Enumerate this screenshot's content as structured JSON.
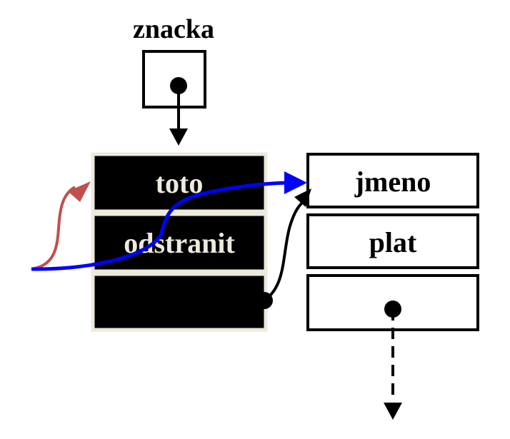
{
  "pointer_label": "znacka",
  "left_nodes": [
    {
      "label": "toto"
    },
    {
      "label": "odstranit"
    },
    {
      "label": ""
    }
  ],
  "right_nodes": [
    {
      "label": "jmeno"
    },
    {
      "label": "plat"
    },
    {
      "label": ""
    }
  ],
  "colors": {
    "background": "#ffffff",
    "dark_box_fill": "#000000",
    "dark_box_border": "#ede9dd",
    "dark_box_text": "#ede9dd",
    "outline": "#000000",
    "red_arrow": "#c0504d",
    "blue_arrow": "#0000ff"
  }
}
